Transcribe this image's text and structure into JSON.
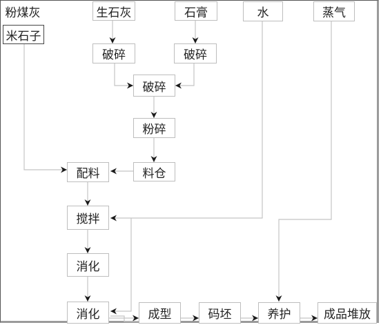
{
  "nodes": {
    "fly_ash": "粉煤灰",
    "rice_stone": "米石子",
    "quicklime": "生石灰",
    "gypsum": "石膏",
    "water": "水",
    "steam": "蒸气",
    "crush_lime": "破碎",
    "crush_gypsum": "破碎",
    "crush_mix": "破碎",
    "pulverize": "粉碎",
    "silo": "料仓",
    "batching": "配料",
    "mixing": "搅拌",
    "digest1": "消化",
    "digest2": "消化",
    "forming": "成型",
    "stacking": "码坯",
    "curing": "养护",
    "product_stack": "成品堆放"
  },
  "colors": {
    "line": "#c4c4c4",
    "arrow": "#1a1a1a",
    "box_border": "#bdbdbd"
  }
}
